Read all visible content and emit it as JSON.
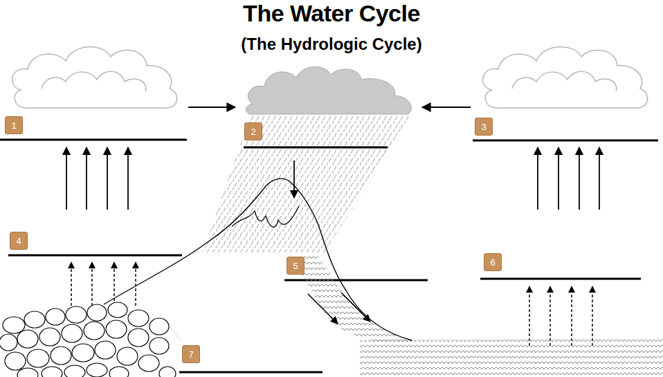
{
  "diagram": {
    "title": "The Water Cycle",
    "nodes": [
      {
        "text": [
          "1"
        ]
      },
      {
        "text": [
          "2"
        ]
      },
      {
        "text": [
          "3"
        ]
      },
      {
        "text": [
          "4"
        ]
      },
      {
        "text": [
          "5"
        ]
      },
      {
        "text": [
          "6"
        ]
      },
      {
        "text": [
          "7"
        ]
      }
    ],
    "labels": [
      "(The Hydrologic Cycle)"
    ]
  }
}
